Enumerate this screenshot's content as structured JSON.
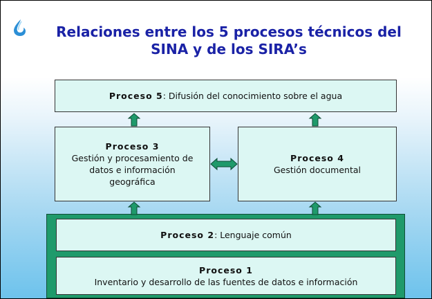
{
  "title_line1": "Relaciones entre los 5 procesos técnicos del",
  "title_line2": "SINA y de los SIRA’s",
  "logo_icon": "water-drop-icon",
  "colors": {
    "title": "#1a22a6",
    "box_fill": "#dcf7f3",
    "green_frame": "#1f9a6b",
    "arrow_fill": "#1f9a6b"
  },
  "proceso5": {
    "bold": "Proceso 5",
    "text": ": Difusión del conocimiento sobre el agua"
  },
  "proceso3": {
    "bold": "Proceso 3",
    "line1": "Gestión y procesamiento de",
    "line2": "datos e información",
    "line3": "geográfica"
  },
  "proceso4": {
    "bold": "Proceso 4",
    "line1": "Gestión documental"
  },
  "proceso2": {
    "bold": "Proceso 2",
    "text": ": Lenguaje común"
  },
  "proceso1": {
    "bold": "Proceso 1",
    "line1": "Inventario y desarrollo de las fuentes de datos e información"
  }
}
